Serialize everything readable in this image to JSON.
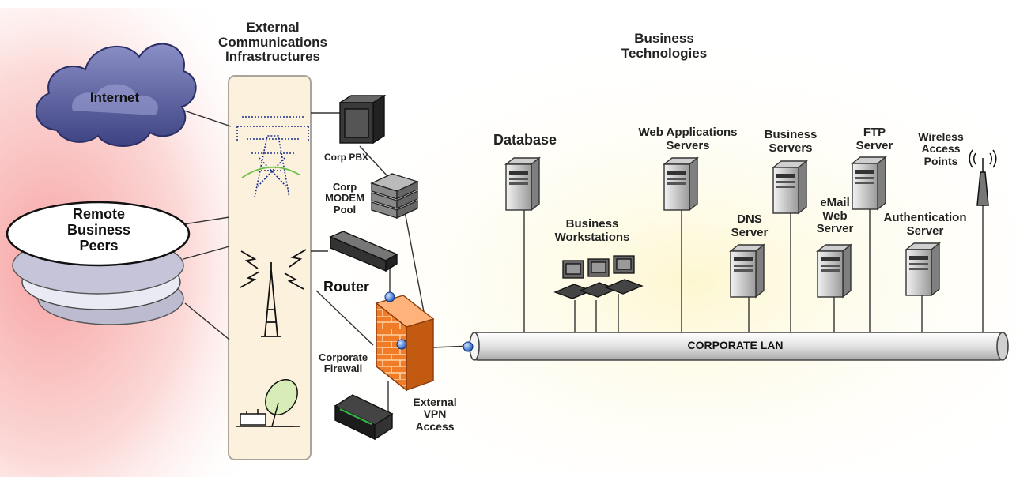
{
  "headings": {
    "external": "External\nCommunications\nInfrastructures",
    "business": "Business\nTechnologies"
  },
  "nodes": {
    "internet": "Internet",
    "remote_peers": "Remote\nBusiness\nPeers",
    "corp_pbx": "Corp PBX",
    "corp_modem_pool": "Corp\nMODEM\nPool",
    "router": "Router",
    "corporate_firewall": "Corporate\nFirewall",
    "external_vpn": "External\nVPN\nAccess",
    "database": "Database",
    "business_workstations": "Business\nWorkstations",
    "web_app_servers": "Web Applications\nServers",
    "dns_server": "DNS\nServer",
    "business_servers": "Business\nServers",
    "email_web_server": "eMail\nWeb\nServer",
    "ftp_server": "FTP\nServer",
    "wireless_access_points": "Wireless\nAccess\nPoints",
    "authentication_server": "Authentication\nServer",
    "corporate_lan": "CORPORATE LAN"
  },
  "colors": {
    "cloud": "#5b5f9e",
    "firewall": "#f07c28",
    "lan_bus": "#e4e4e4",
    "connector": "#2f6fd6",
    "panel": "#fbf1dd"
  },
  "icons": [
    "cloud-icon",
    "power-tower-icon",
    "radio-tower-icon",
    "satellite-dish-icon",
    "pbx-icon",
    "modem-pool-icon",
    "router-icon",
    "firewall-icon",
    "vpn-device-icon",
    "server-icon",
    "workstation-icon",
    "antenna-icon"
  ]
}
